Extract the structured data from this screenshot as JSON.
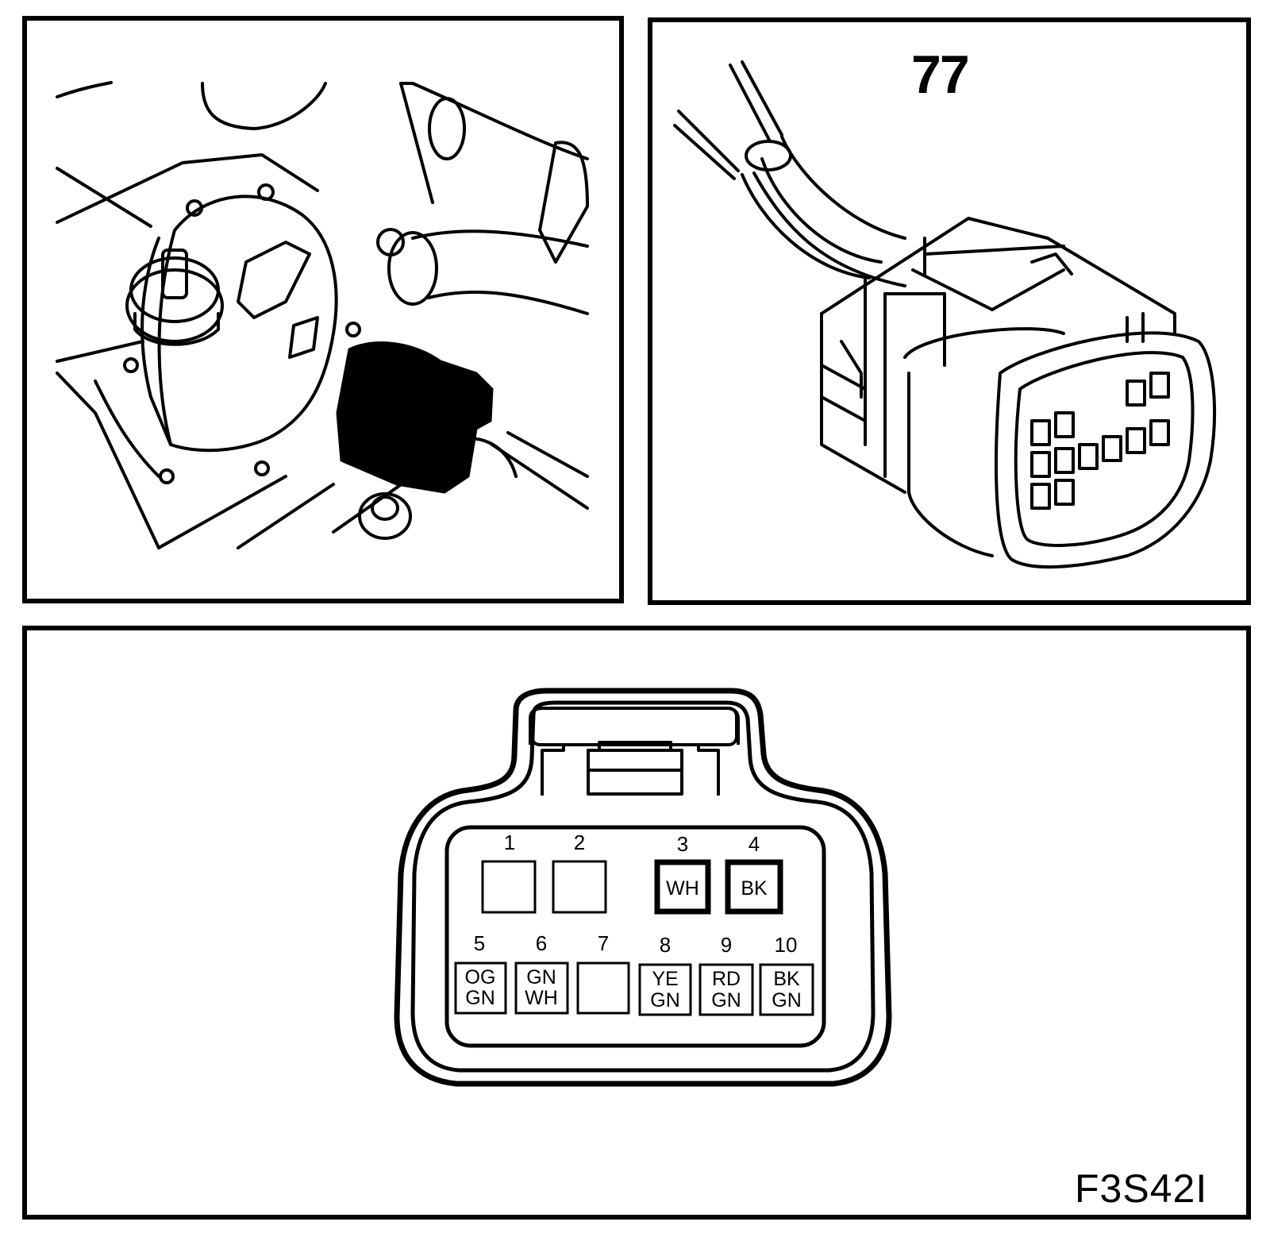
{
  "connector": {
    "number": "77",
    "pins": [
      {
        "num": "1",
        "colors": []
      },
      {
        "num": "2",
        "colors": []
      },
      {
        "num": "3",
        "colors": [
          "WH"
        ]
      },
      {
        "num": "4",
        "colors": [
          "BK"
        ]
      },
      {
        "num": "5",
        "colors": [
          "OG",
          "GN"
        ]
      },
      {
        "num": "6",
        "colors": [
          "GN",
          "WH"
        ]
      },
      {
        "num": "7",
        "colors": []
      },
      {
        "num": "8",
        "colors": [
          "YE",
          "GN"
        ]
      },
      {
        "num": "9",
        "colors": [
          "RD",
          "GN"
        ]
      },
      {
        "num": "10",
        "colors": [
          "BK",
          "GN"
        ]
      }
    ]
  },
  "figure_code": "F3S42I"
}
